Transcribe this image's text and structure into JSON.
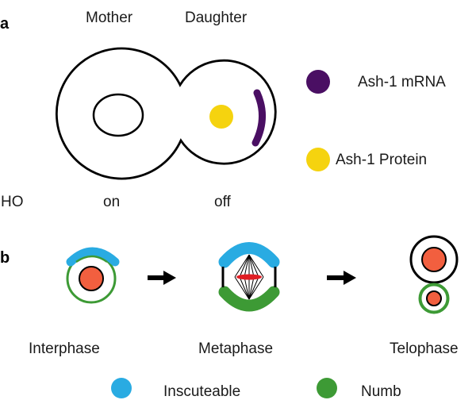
{
  "panel_a": {
    "letter": "a",
    "mother_label": "Mother",
    "daughter_label": "Daughter",
    "ho_label": "HO",
    "on_label": "on",
    "off_label": "off",
    "legend": [
      {
        "label": "Ash-1 mRNA",
        "color": "#4a0f63"
      },
      {
        "label": "Ash-1 Protein",
        "color": "#f5d30f"
      }
    ]
  },
  "panel_b": {
    "letter": "b",
    "stages": [
      "Interphase",
      "Metaphase",
      "Telophase"
    ],
    "legend": [
      {
        "label": "Inscuteable",
        "color": "#29abe2"
      },
      {
        "label": "Numb",
        "color": "#3d9a35"
      }
    ],
    "colors": {
      "nucleus": "#f25f3f",
      "spindle": "#e01e24"
    }
  }
}
